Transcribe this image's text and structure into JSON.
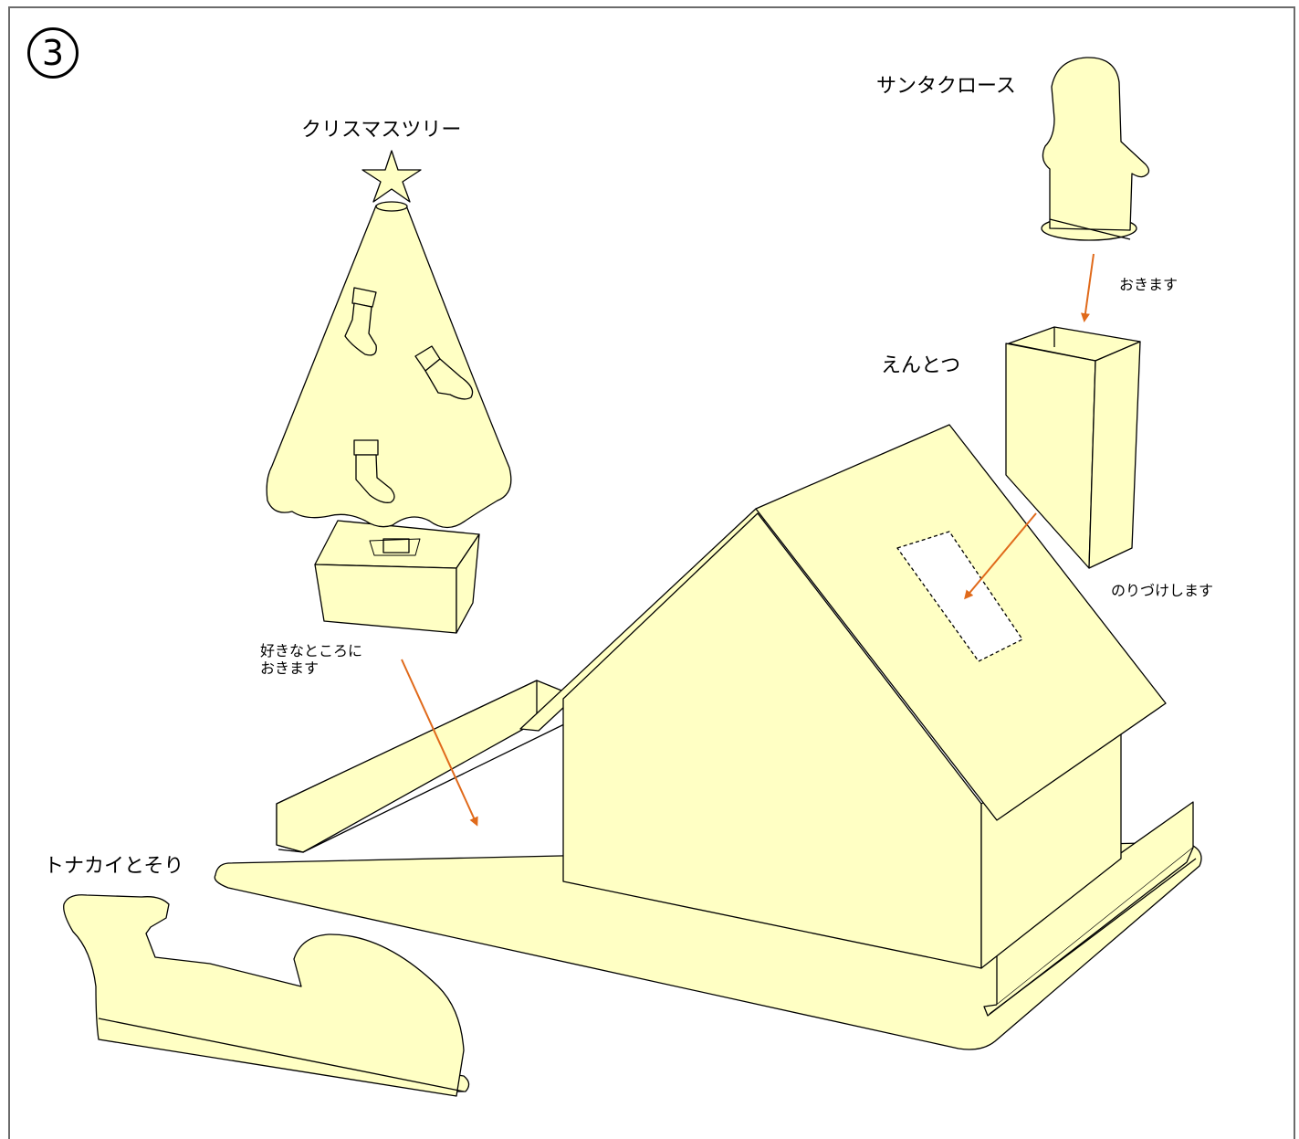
{
  "step": {
    "number": "3"
  },
  "labels": {
    "tree": "クリスマスツリー",
    "santa": "サンタクロース",
    "chimney": "えんとつ",
    "reindeer": "トナカイとそり",
    "place": "おきます",
    "glue": "のりづけします",
    "place_anywhere": "好きなところに\nおきます"
  },
  "colors": {
    "paper": "#ffffc4",
    "outline": "#000000",
    "arrow": "#e06a1b",
    "frame": "#6b6b6b",
    "glue_area": "#ffffff"
  }
}
